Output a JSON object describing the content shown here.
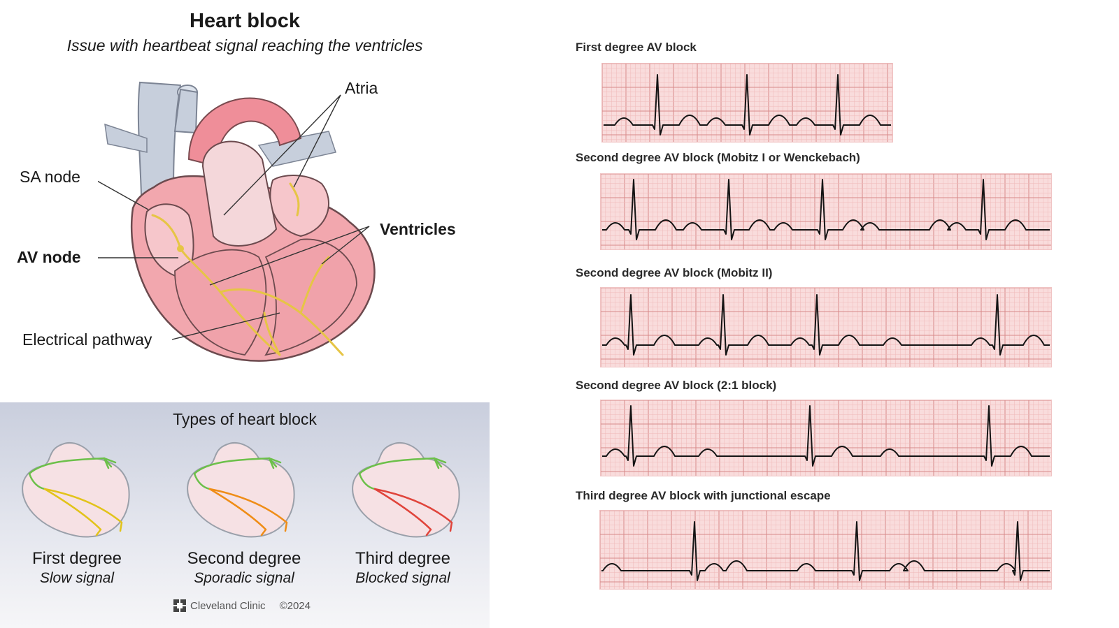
{
  "header": {
    "title": "Heart block",
    "subtitle": "Issue with heartbeat signal reaching the ventricles"
  },
  "heart_labels": {
    "atria": "Atria",
    "sa_node": "SA node",
    "ventricles": "Ventricles",
    "av_node": "AV node",
    "electrical_pathway": "Electrical pathway"
  },
  "types": {
    "title": "Types of heart block",
    "items": [
      {
        "name": "First degree",
        "desc": "Slow signal",
        "color": "#e2c31a"
      },
      {
        "name": "Second degree",
        "desc": "Sporadic signal",
        "color": "#ef8d17"
      },
      {
        "name": "Third degree",
        "desc": "Blocked signal",
        "color": "#e0443b"
      }
    ]
  },
  "footer": {
    "brand": "Cleveland Clinic",
    "copyright": "©2024"
  },
  "ecg_strips": [
    {
      "label": "First degree AV block",
      "pattern": "first-degree"
    },
    {
      "label": "Second degree AV block (Mobitz I or Wenckebach)",
      "pattern": "mobitz-1"
    },
    {
      "label": "Second degree AV block (Mobitz II)",
      "pattern": "mobitz-2"
    },
    {
      "label": "Second degree AV block (2:1 block)",
      "pattern": "2-to-1"
    },
    {
      "label": "Third degree AV block with junctional escape",
      "pattern": "third-degree"
    }
  ],
  "colors": {
    "ecg_paper": "#f9dcdc",
    "ecg_grid_minor": "#f0b9b9",
    "ecg_grid_major": "#d88a8a",
    "ecg_trace": "#141414",
    "heart_red": "#e9808a",
    "conduction_yellow": "#e6c545",
    "sa_green": "#6cc04a"
  }
}
